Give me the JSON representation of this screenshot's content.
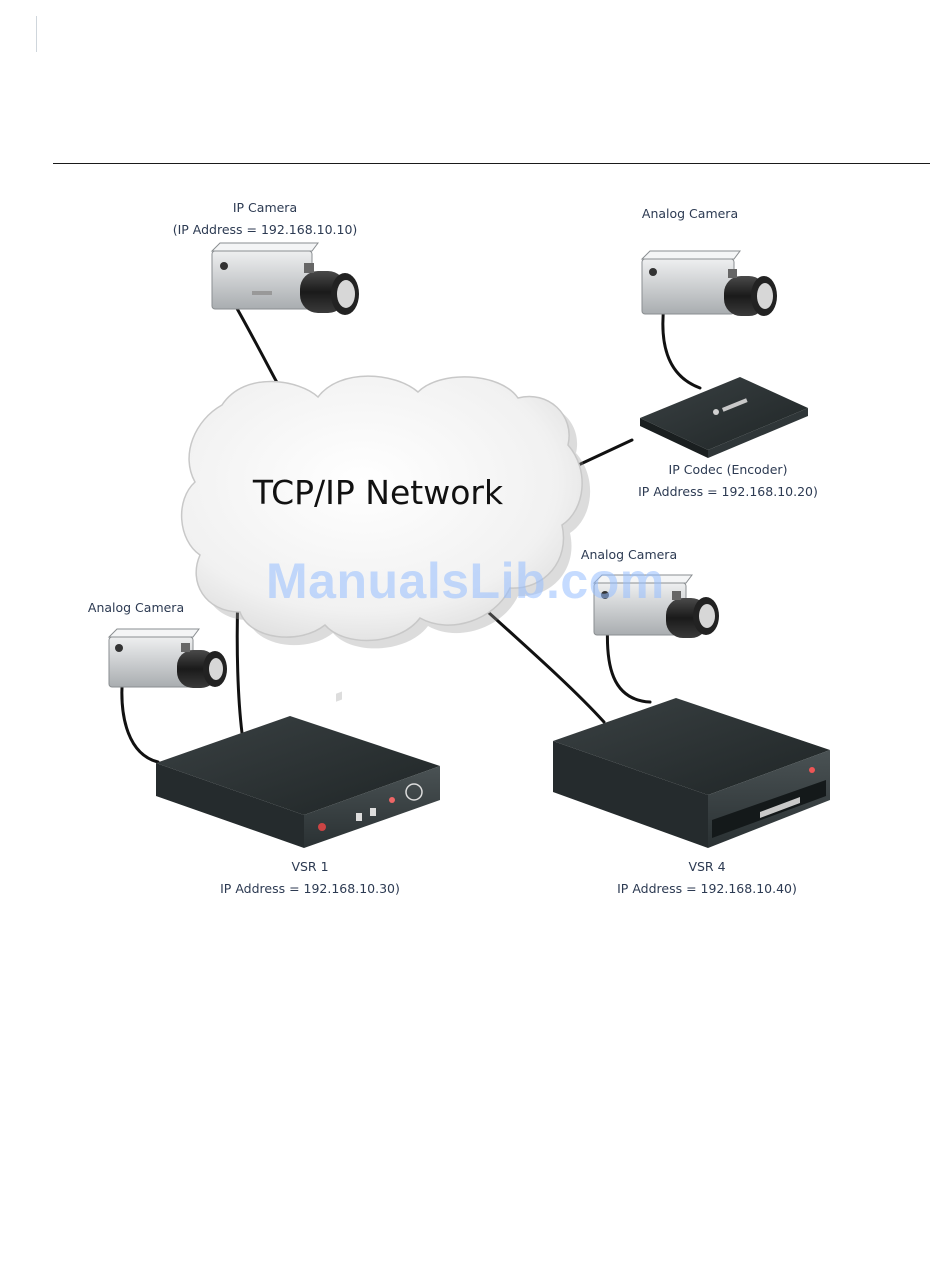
{
  "network": {
    "title": "TCP/IP Network"
  },
  "devices": {
    "ip_camera": {
      "name": "IP  Camera",
      "address": "(IP Address = 192.168.10.10)"
    },
    "analog_camera_top_right": {
      "name": "Analog  Camera"
    },
    "ip_codec": {
      "name": "IP Codec (Encoder)",
      "address": "IP Address = 192.168.10.20)"
    },
    "analog_camera_mid_right": {
      "name": "Analog  Camera"
    },
    "analog_camera_left": {
      "name": "Analog  Camera"
    },
    "vsr1": {
      "name": "VSR 1",
      "address": "IP Address = 192.168.10.30)"
    },
    "vsr4": {
      "name": "VSR 4",
      "address": "IP Address = 192.168.10.40)"
    }
  },
  "watermark": "ManualsLib.com",
  "colors": {
    "label": "#2c3a52",
    "device_dark": "#2a3133",
    "camera_body": "#d6d8da",
    "cable": "#111111"
  }
}
